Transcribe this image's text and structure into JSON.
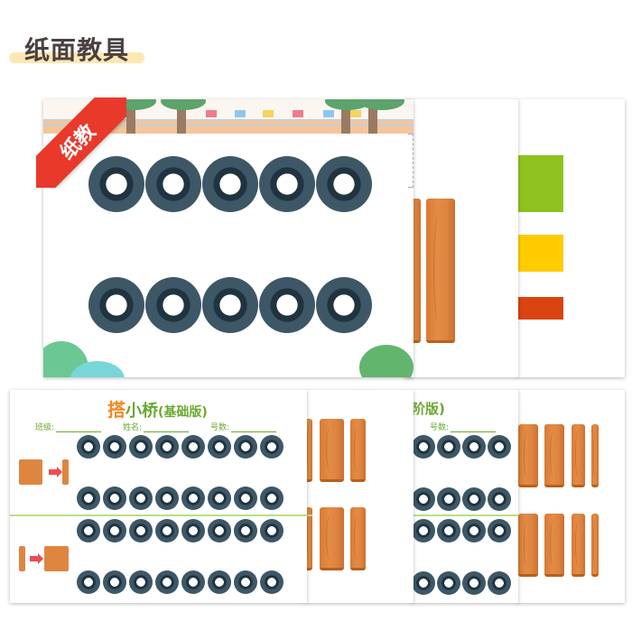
{
  "page": {
    "heading": "纸面教具",
    "heading_bar_color": "#fde7b3"
  },
  "top_set": {
    "ribbon_label": "纸教",
    "ribbon_color": "#e9392b",
    "main_card": {
      "tire_rows": 2,
      "tires_per_row": 5
    },
    "plank_card": {
      "planks": 2
    },
    "color_card": {
      "swatches": [
        {
          "name": "green",
          "color": "#8dc21f"
        },
        {
          "name": "yellow",
          "color": "#ffcc00"
        },
        {
          "name": "orange-red",
          "color": "#db4310"
        }
      ]
    }
  },
  "bottom_set": {
    "worksheet_basic": {
      "title_accent": "搭",
      "title_main": "小桥",
      "title_suffix": "(基础版)",
      "fields": [
        {
          "label": "班级:"
        },
        {
          "label": "姓名:"
        },
        {
          "label": "号数:"
        }
      ],
      "tires_per_row": 8,
      "tire_rows": 4
    },
    "worksheet_advanced": {
      "title_visible": "阶版)",
      "fields": [
        {
          "label": "号数:"
        }
      ],
      "tires_per_row": 4,
      "tire_rows": 4
    },
    "plank_sheet_left": {
      "rows": 2,
      "planks_per_row": 3
    },
    "plank_sheet_right": {
      "rows": 2,
      "planks_per_row": 4
    }
  }
}
